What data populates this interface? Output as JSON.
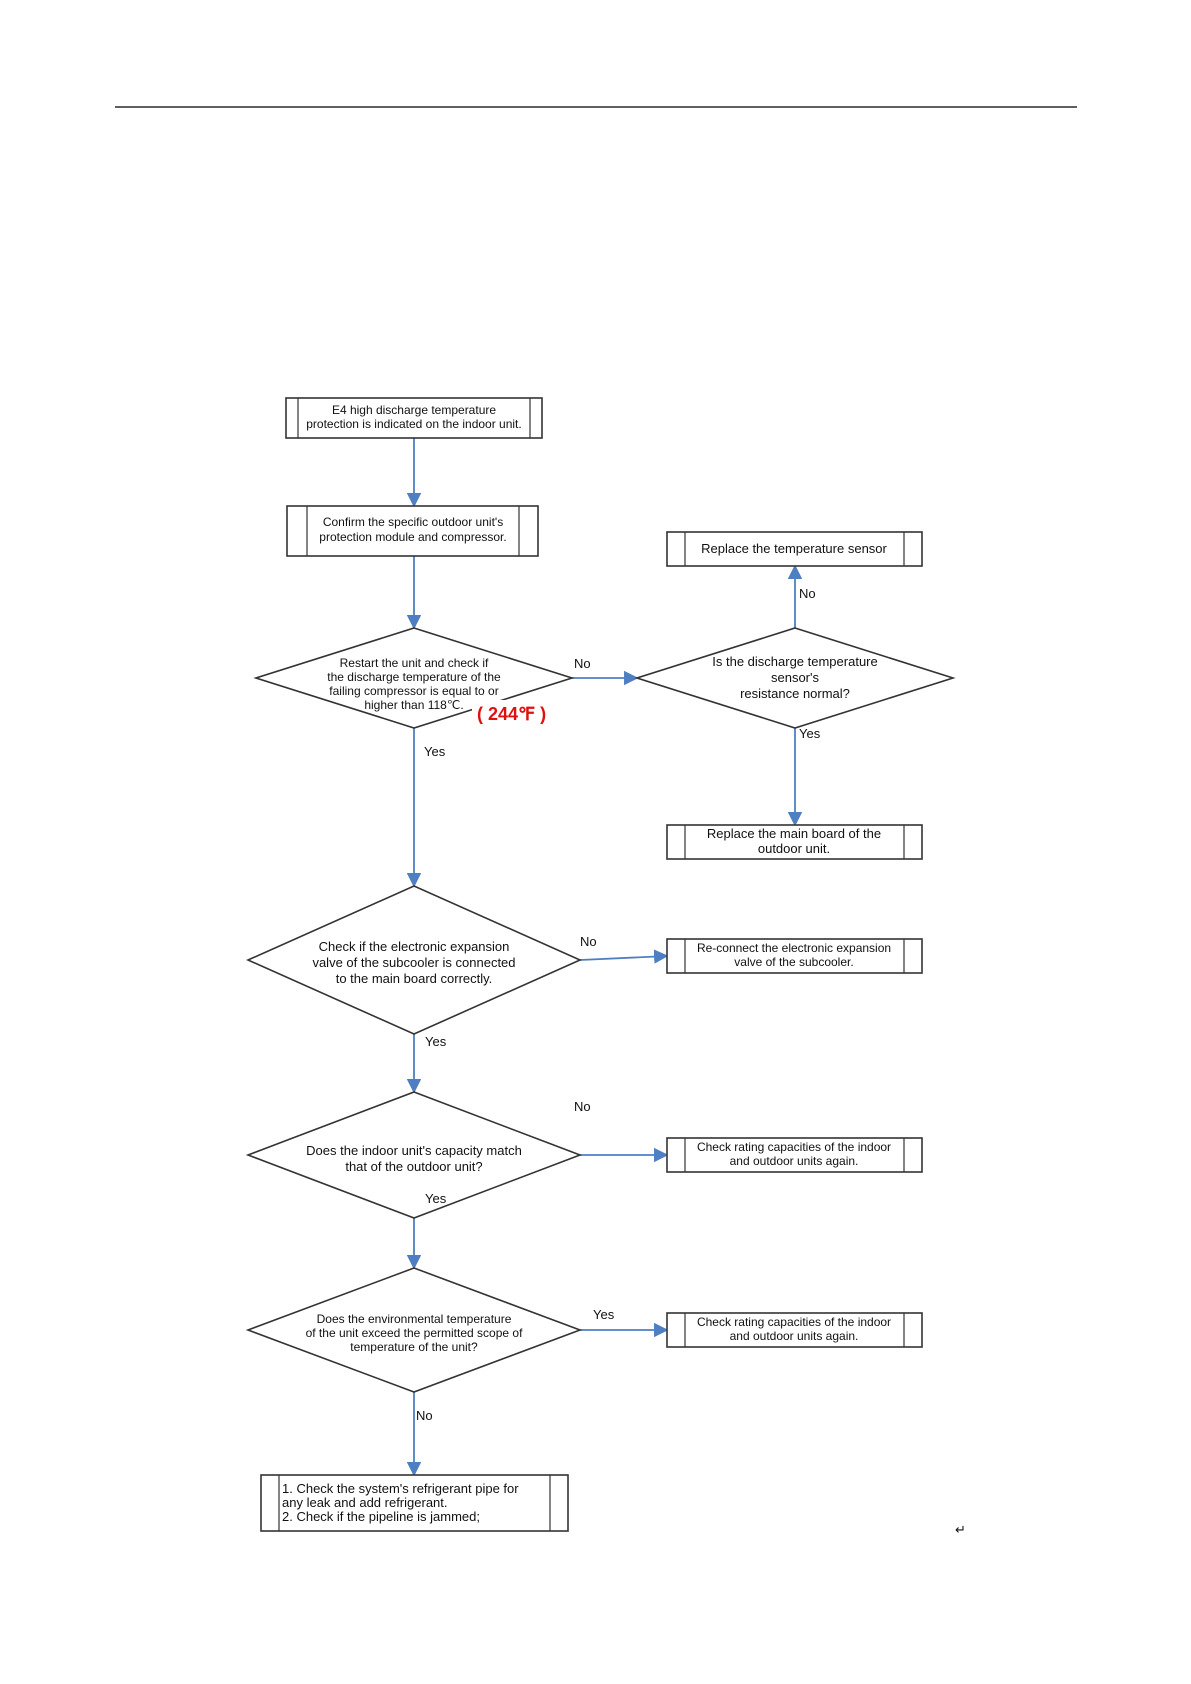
{
  "nodes": {
    "start": [
      "E4 high discharge temperature",
      "protection is indicated on the indoor unit."
    ],
    "confirm": [
      "Confirm the specific outdoor unit's",
      "protection module and compressor."
    ],
    "restart_check": [
      "Restart the unit and check if",
      "the discharge temperature of the",
      "failing compressor is equal to or",
      "higher than 118℃."
    ],
    "fahrenheit_note": "( 244℉ )",
    "sensor_check": [
      "Is the discharge temperature",
      "sensor's",
      "resistance normal?"
    ],
    "replace_sensor": [
      "Replace the temperature sensor"
    ],
    "replace_board": [
      "Replace the main board of the",
      "outdoor unit."
    ],
    "eev_check": [
      "Check if the electronic expansion",
      "valve of the subcooler is connected",
      "to the main board correctly."
    ],
    "reconnect_eev": [
      "Re-connect the electronic expansion",
      "valve of the subcooler."
    ],
    "capacity_check": [
      "Does the indoor unit's capacity match",
      "that of the outdoor unit?"
    ],
    "check_rating_1": [
      "Check rating capacities of the indoor",
      "and outdoor units again."
    ],
    "env_temp_check": [
      "Does the environmental temperature",
      "of the unit exceed the permitted scope of",
      "temperature of the unit?"
    ],
    "check_rating_2": [
      "Check rating capacities of the indoor",
      "and outdoor units again."
    ],
    "final": [
      "1. Check the system's refrigerant pipe for",
      "any leak and add refrigerant.",
      "2. Check if the pipeline is jammed;"
    ]
  },
  "edge_labels": {
    "restart_no": "No",
    "restart_yes": "Yes",
    "sensor_no": "No",
    "sensor_yes": "Yes",
    "eev_no": "No",
    "eev_yes": "Yes",
    "capacity_no": "No",
    "capacity_yes": "Yes",
    "env_yes": "Yes",
    "env_no": "No"
  },
  "return_mark": "↵",
  "colors": {
    "arrow": "#4f7fc3",
    "outline": "#333333",
    "note": "#e01010"
  }
}
